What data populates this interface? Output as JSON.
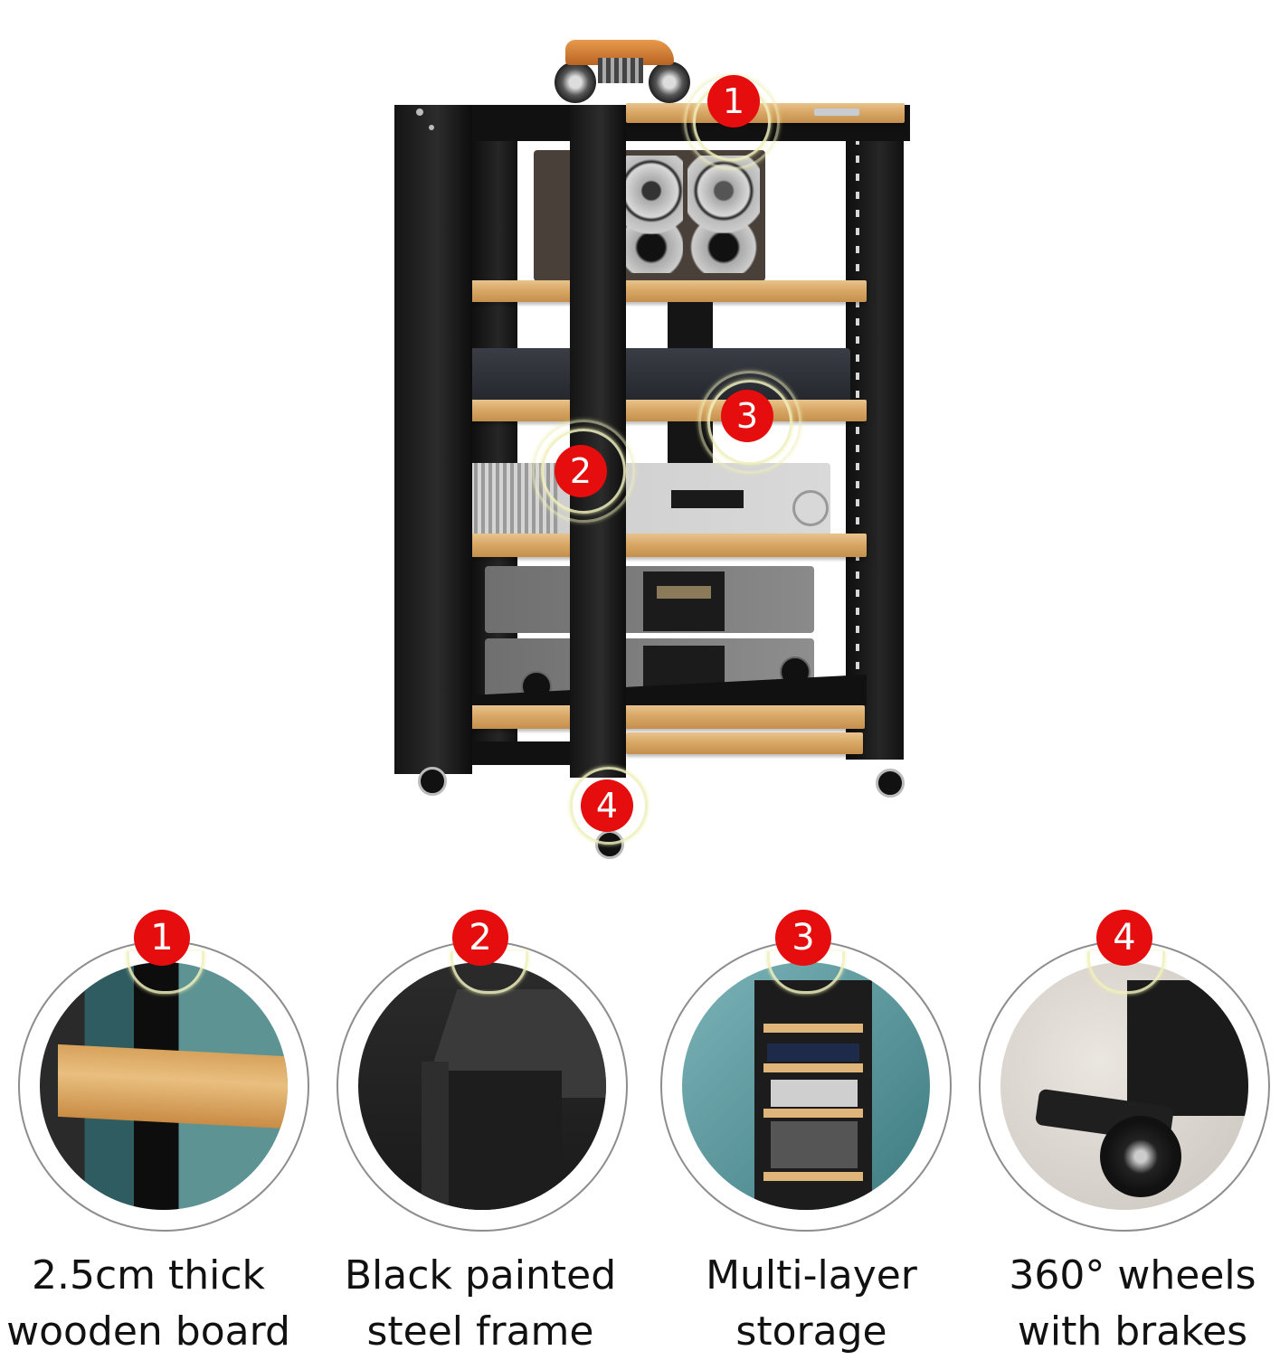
{
  "product": {
    "type": "audio equipment rack",
    "colors": {
      "frame": "#141414",
      "wood": "#d9a866",
      "badge": "#e50d0d",
      "badge_text": "#ffffff",
      "glow_ring": "#f0f0be",
      "background": "#ffffff",
      "detail_border": "#8d8d8d"
    }
  },
  "main_callouts": [
    {
      "number": "1",
      "target": "top wooden shelf"
    },
    {
      "number": "2",
      "target": "steel frame post"
    },
    {
      "number": "3",
      "target": "middle shelf"
    },
    {
      "number": "4",
      "target": "caster wheel"
    }
  ],
  "features": [
    {
      "number": "1",
      "line1": "2.5cm thick",
      "line2": "wooden board",
      "image": "wooden-shelf-closeup"
    },
    {
      "number": "2",
      "line1": "Black painted",
      "line2": "steel frame",
      "image": "steel-frame-corner-closeup"
    },
    {
      "number": "3",
      "line1": "Multi-layer",
      "line2": "storage",
      "image": "rack-with-audio-equipment"
    },
    {
      "number": "4",
      "line1": "360° wheels",
      "line2": "with brakes",
      "image": "locking-caster-closeup"
    }
  ]
}
